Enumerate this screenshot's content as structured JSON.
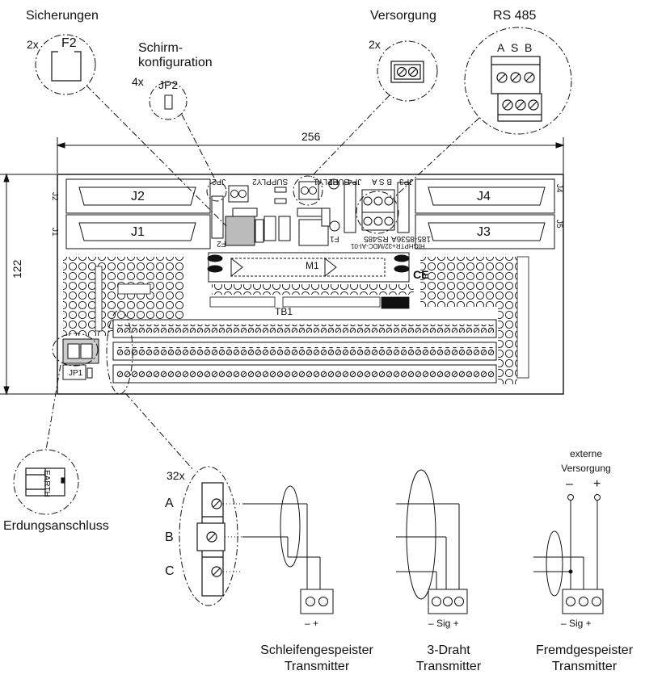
{
  "callouts": {
    "fuses": {
      "title": "Sicherungen",
      "count": "2x",
      "part": "F2"
    },
    "shield": {
      "title_line1": "Schirm-",
      "title_line2": "konfiguration",
      "count": "4x",
      "part": "JP2"
    },
    "supply": {
      "title": "Versorgung",
      "count": "2x"
    },
    "rs485": {
      "title": "RS 485",
      "pins": [
        "A",
        "S",
        "B"
      ]
    },
    "earth": {
      "title": "Erdungsanschluss",
      "part": "EARTH"
    },
    "terminal": {
      "count": "32x",
      "rows": [
        "A",
        "B",
        "C"
      ]
    }
  },
  "dimensions": {
    "width": "256",
    "height": "122"
  },
  "board": {
    "connectors": [
      "J2",
      "J1",
      "J4",
      "J3"
    ],
    "edge_labels": [
      "J2",
      "J1",
      "J4",
      "J5"
    ],
    "labels": {
      "supply1": "SUPPLY1",
      "supply2": "SUPPLY2",
      "jp2": "JP2",
      "jp3": "JP3",
      "jp4": "JP4",
      "jp1": "JP1",
      "rs485": "RS485",
      "module": "M1",
      "terminal_block": "TB1",
      "f2": "F2",
      "f1": "F1",
      "h1": "H1",
      "ce": "CE",
      "pcb_id": "185-8536A",
      "pcb_name": "HIGHPTR+32/MDC-AI-01",
      "rs_letters": "B S A"
    }
  },
  "wiring": {
    "loop": {
      "title_line1": "Schleifengespeister",
      "title_line2": "Transmitter",
      "pins": "–  +"
    },
    "three_wire": {
      "title_line1": "3-Draht",
      "title_line2": "Transmitter",
      "pins": "– Sig +"
    },
    "external": {
      "title_line1": "Fremdgespeister",
      "title_line2": "Transmitter",
      "pins": "– Sig +",
      "supply_line1": "externe",
      "supply_line2": "Versorgung",
      "minus": "–",
      "plus": "+"
    }
  }
}
